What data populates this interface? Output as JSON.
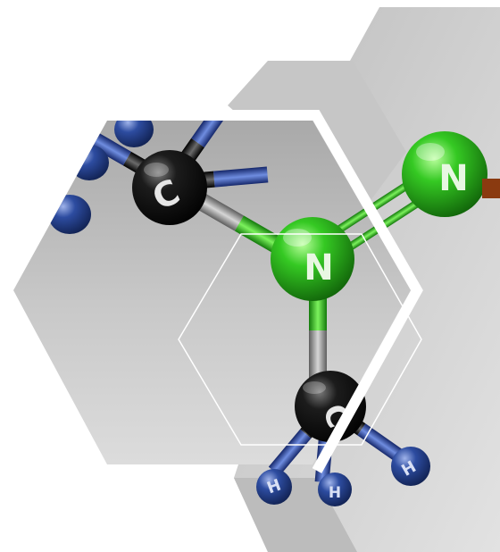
{
  "atoms": {
    "nitrogen_center": "N",
    "nitrogen_right": "N",
    "carbon_top": "C",
    "carbon_bottom": "C",
    "hydrogen_1": "H",
    "hydrogen_2": "H",
    "hydrogen_3": "H"
  },
  "colors": {
    "background": "#ffffff",
    "panel_gray": "#b9b9b9",
    "nitrogen_green": "#2fbf1f",
    "carbon_black": "#111111",
    "hydrogen_blue": "#2c4a9c",
    "bond_gray": "#8d8d8d",
    "outline_white": "#ffffff"
  }
}
